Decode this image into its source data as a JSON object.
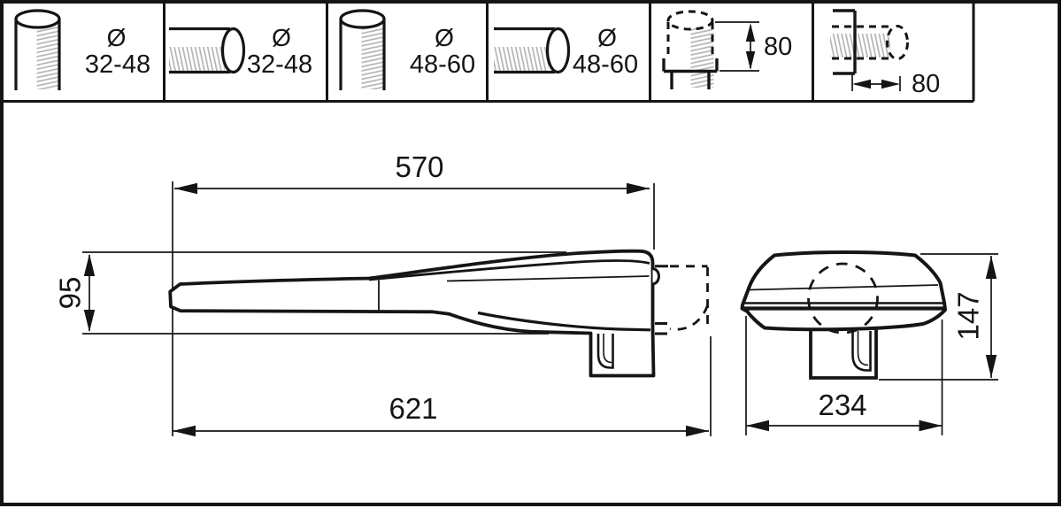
{
  "drawing_title": "luminaire-dimension-drawing",
  "colors": {
    "ink": "#151515",
    "hatch": "#b5b5b5",
    "background": "#ffffff"
  },
  "mounting_strip": {
    "cells": [
      {
        "id": "post-top-spigot-small",
        "icon": "pole-vertical-solid-icon",
        "diameter_symbol": "Ø",
        "diameter_range": "32-48"
      },
      {
        "id": "side-entry-spigot-small",
        "icon": "pole-horizontal-solid-icon",
        "diameter_symbol": "Ø",
        "diameter_range": "32-48"
      },
      {
        "id": "post-top-spigot-large",
        "icon": "pole-vertical-solid-icon",
        "diameter_symbol": "Ø",
        "diameter_range": "48-60"
      },
      {
        "id": "side-entry-spigot-large",
        "icon": "pole-horizontal-solid-icon",
        "diameter_symbol": "Ø",
        "diameter_range": "48-60"
      },
      {
        "id": "insertion-depth-post-top",
        "icon": "pole-vertical-dashed-icon",
        "insertion_depth": "80"
      },
      {
        "id": "insertion-depth-side-entry",
        "icon": "pole-horizontal-dashed-icon",
        "insertion_depth": "80"
      }
    ]
  },
  "side_view": {
    "dim_body_length": "570",
    "dim_rear_height": "95",
    "dim_overall_length": "621"
  },
  "end_view": {
    "dim_overall_height": "147",
    "dim_overall_width": "234"
  }
}
